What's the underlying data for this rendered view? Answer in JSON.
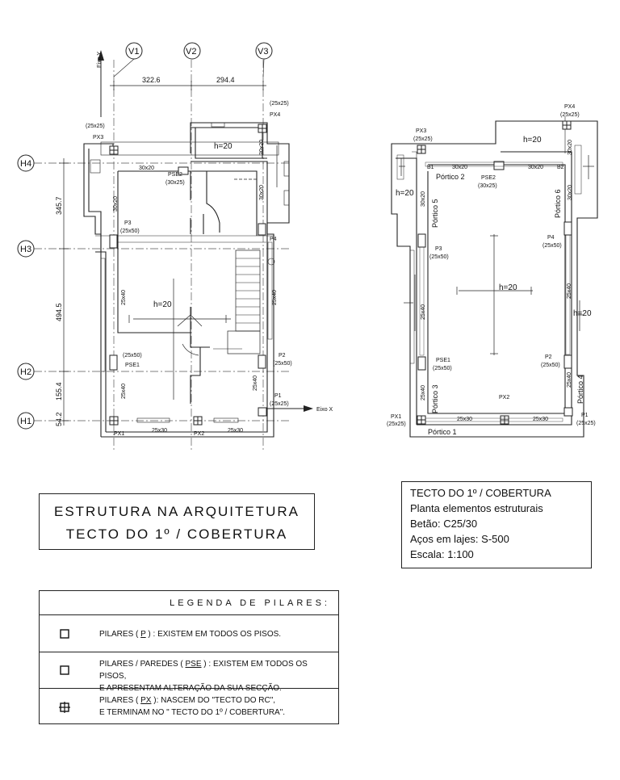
{
  "left_plan": {
    "axis_y_label": "Eixo Y",
    "axis_x_label": "Eixo X",
    "columns": [
      "V1",
      "V2",
      "V3"
    ],
    "rows": [
      "H4",
      "H3",
      "H2",
      "H1"
    ],
    "dims_horizontal": [
      "322.6",
      "294.4"
    ],
    "dims_vertical": [
      "345.7",
      "494.5",
      "155.4",
      "54.2"
    ],
    "labels": {
      "px3": "PX3",
      "px3_size": "(25x25)",
      "px4": "PX4",
      "px4_size": "(25x25)",
      "h20_top": "h=20",
      "pse2": "PSE2",
      "pse2_size": "(30x25)",
      "beam_30x20_top": "30x20",
      "p3": "P3",
      "p3_size": "(25x50)",
      "p4": "P4",
      "h20_main": "h=20",
      "pse1_size": "(25x50)",
      "pse1": "PSE1",
      "p2": "P2",
      "p2_size": "(25x50)",
      "p1": "P1",
      "p1_size": "(25x25)",
      "px1": "PX1",
      "px2": "PX2",
      "beam_25x30_a": "25x30",
      "beam_25x30_b": "25x30",
      "beam_30x20_v1": "30x20",
      "beam_30x20_v2": "30x20",
      "beam_30x20_v3": "30x20",
      "beam_25x40_a": "25x40",
      "beam_25x40_b": "25x40",
      "beam_25x40_c": "25x40",
      "beam_25x40_d": "25x40"
    }
  },
  "right_plan": {
    "px3": "PX3",
    "px3_size": "(25x25)",
    "px4": "PX4",
    "px4_size": "(25x25)",
    "h20_top": "h=20",
    "h20_left": "h=20",
    "h20_center": "h=20",
    "h20_right": "h=20",
    "b1": "B1",
    "b2": "B2",
    "beam_30x20_a": "30x20",
    "beam_30x20_b": "30x20",
    "beam_30x20_c": "30x20",
    "beam_30x20_d": "30x20",
    "beam_30x20_e": "30x20",
    "portico_2": "Pórtico 2",
    "pse2": "PSE2",
    "pse2_size": "(30x25)",
    "portico_5": "Pórtico 5",
    "portico_6": "Pórtico 6",
    "p3": "P3",
    "p3_size": "(25x50)",
    "p4": "P4",
    "p4_size": "(25x50)",
    "pse1": "PSE1",
    "pse1_size": "(25x50)",
    "p2": "P2",
    "p2_size": "(25x50)",
    "portico_3": "Pórtico 3",
    "portico_4": "Pórtico 4",
    "px2": "PX2",
    "px1": "PX1",
    "px1_size": "(25x25)",
    "p1": "P1",
    "p1_size": "(25x25)",
    "beam_25x30_a": "25x30",
    "beam_25x30_b": "25x30",
    "beam_25x40_a": "25x40",
    "beam_25x40_b": "25x40",
    "beam_25x40_c": "25x40",
    "beam_25x40_d": "25x40",
    "portico_1": "Pórtico 1"
  },
  "title_box": {
    "line1": "ESTRUTURA NA ARQUITETURA",
    "line2": "TECTO DO 1º / COBERTURA"
  },
  "info_box": {
    "line1": "TECTO DO 1º / COBERTURA",
    "line2": "Planta elementos estruturais",
    "line3": "Betão: C25/30",
    "line4": "Aços em lajes: S-500",
    "line5": "Escala: 1:100"
  },
  "legend": {
    "title": "LEGENDA DE PILARES:",
    "row1_prefix": "PILARES ( ",
    "row1_code": "P",
    "row1_suffix": " ) : EXISTEM EM TODOS OS PISOS.",
    "row2_prefix": "PILARES / PAREDES ( ",
    "row2_code": "PSE",
    "row2_suffix": " ) : EXISTEM EM TODOS OS PISOS,",
    "row2_line2": "E APRESENTAM ALTERAÇÃO DA SUA SECÇÃO.",
    "row3_prefix": "PILARES ( ",
    "row3_code": "PX",
    "row3_suffix": " ): NASCEM DO \"TECTO DO RC\",",
    "row3_line2": "E TERMINAM NO \" TECTO DO 1º / COBERTURA\"."
  }
}
